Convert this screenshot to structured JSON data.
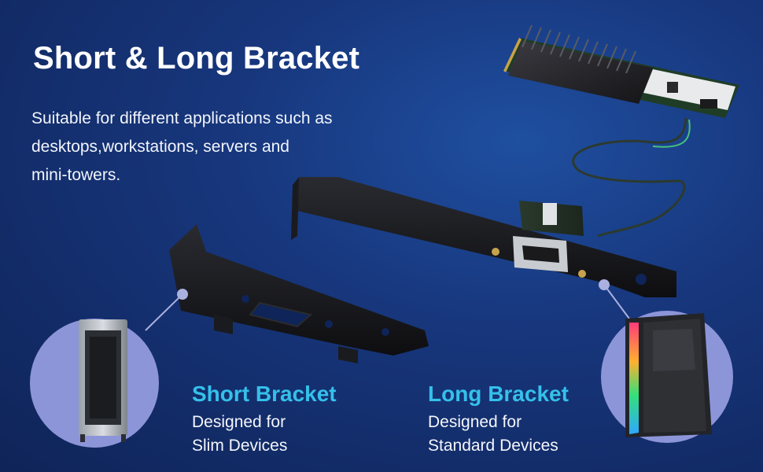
{
  "header": {
    "title": "Short & Long Bracket"
  },
  "intro": {
    "line1": "Suitable for different applications such as",
    "line2": "desktops,workstations, servers and",
    "line3": "mini-towers."
  },
  "short_bracket": {
    "title": "Short Bracket",
    "line1": "Designed for",
    "line2": "Slim Devices"
  },
  "long_bracket": {
    "title": "Long Bracket",
    "line1": "Designed for",
    "line2": "Standard Devices"
  },
  "colors": {
    "accent": "#35c0ea",
    "background": "#17367c",
    "circle": "#8c95d8"
  }
}
